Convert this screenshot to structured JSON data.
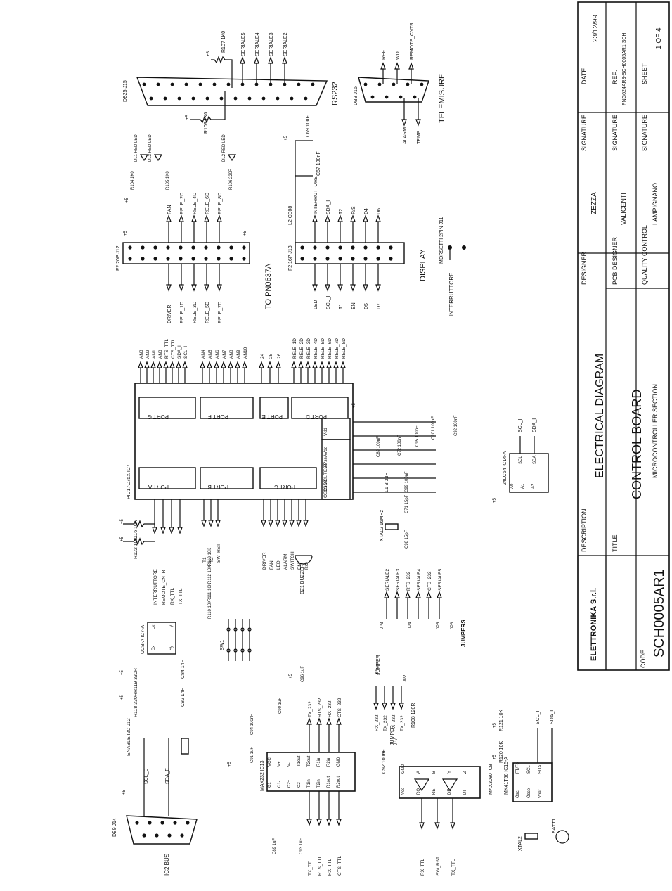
{
  "title_block": {
    "code_label": "CODE",
    "code": "SCH0005AR1",
    "brand": "ELETTRONIKA S.r.l.",
    "title_label": "TITLE",
    "title1": "CONTROL BOARD",
    "title2": "MICROCONTROLLER SECTION",
    "description_label": "DESCRIPTION",
    "description": "ELECTRICAL DIAGRAM",
    "designer_label": "DESIGNER",
    "designer": "ZEZZA",
    "pcb_label": "PCB DESIGNER",
    "pcb": "VALICENTI",
    "quality_label": "QUALITY CONTROL",
    "quality": "LAMPIGNANO",
    "signature_label": "SIGNATURE",
    "date_label": "DATE",
    "date": "23/12/99",
    "ref_label": "REF:",
    "ref": "PNG624AR3-SCH0005AR1.SCH",
    "sheet_label": "SHEET",
    "sheet": "1 OF 4"
  },
  "connectors": {
    "j15": {
      "name": "DB25 J15",
      "label": "RS232",
      "pins": [
        "SERIALE5",
        "SERIALE4",
        "SERIALE3",
        "SERIALE2"
      ],
      "res1": "R107 1K0",
      "res2": "R103 1K0"
    },
    "j16": {
      "name": "DB9 J16",
      "label": "TELEMISURE",
      "pins_top": [
        "REF",
        "WD",
        "REMOTE_CNTR"
      ],
      "pins_bot": [
        "ALARM",
        "TEMP"
      ]
    },
    "j12": {
      "name": "F2 20P J12",
      "label": "TO PN0637A",
      "left": [
        "DRIVER",
        "RELE_1D",
        "RELE_3D",
        "RELE_5D",
        "RELE_7D"
      ],
      "right": [
        "FAN",
        "RELE_2D",
        "RELE_4D",
        "RELE_6D",
        "RELE_8D"
      ],
      "leds": [
        "DL1 RED LED",
        "DL3 RED LED",
        "DL2 RED LED"
      ],
      "res": [
        "R104 1K0",
        "R105 1K0",
        "R106 220R"
      ]
    },
    "j13": {
      "name": "F2 16P J13",
      "label": "DISPLAY",
      "left": [
        "LED",
        "SCL_I",
        "T1",
        "EN",
        "D5",
        "D7"
      ],
      "right": [
        "INTERRUTTORE",
        "SDA_I",
        "T2",
        "R/S",
        "D4",
        "D6"
      ],
      "caps": [
        "C69 10uF",
        "C67 100nF"
      ],
      "coil": "L2 CB08"
    },
    "j11": {
      "name": "MORSETTI 2PIN J11",
      "label": "INTERRUTTORE"
    },
    "j14": {
      "name": "DB9 J14",
      "label": "IC2 BUS"
    }
  },
  "mcu": {
    "name": "PIC17C75X IC7",
    "ports": [
      "PORT G",
      "PORT F",
      "PORT E",
      "PORT D",
      "PORT A",
      "PORT B",
      "PORT C"
    ],
    "port_g": [
      "AN3",
      "AN2",
      "AN1",
      "AN0",
      "RTS_TTL",
      "CTS_TTL",
      "SDA_I",
      "SCL_I"
    ],
    "port_f": [
      "AN4",
      "AN5",
      "AN6",
      "AN7",
      "AN8",
      "AN9",
      "AN10"
    ],
    "port_e": [
      "24",
      "25",
      "26"
    ],
    "port_d": [
      "RELE_1D",
      "RELE_2D",
      "RELE_3D",
      "RELE_4D",
      "RELE_5D",
      "RELE_6D",
      "RELE_7D",
      "RELE_8D"
    ],
    "port_a": [
      "INTERRUTTORE",
      "REMOTE_CNTR",
      "RX_TTL",
      "TX_TTL"
    ],
    "port_b": [
      "T1",
      "T2",
      "SW_RST"
    ],
    "port_c": [
      "DRIVER",
      "FAN",
      "LED",
      "ALARM",
      "SWITCH",
      "EN",
      "R/S"
    ],
    "power": [
      "Vdd",
      "AVdd",
      "AVss",
      "TEST",
      "MCLR",
      "OSC2",
      "OSC1"
    ],
    "caps": [
      "C92 100nF",
      "C101 100nF",
      "C95 100nF",
      "C72 100nF",
      "C89 100nF",
      "C99 100nF",
      "C71 15pF",
      "C98 15pF"
    ],
    "coil": "L1 3.3uH",
    "xtal": "XTAL2 16MHz",
    "res": [
      "R116 10K",
      "R122 10K"
    ]
  },
  "eeprom": {
    "name": "24LC64 IC14-A",
    "pins": [
      "A0",
      "A1",
      "A2",
      "SCL",
      "SDA"
    ],
    "labels": [
      "SCL_I",
      "SDA_I"
    ]
  },
  "buzzer": {
    "name": "BZ1 BUZZER"
  },
  "ic_uc": {
    "name": "UCB-A IC7-A",
    "pins": [
      "Sx",
      "Sy",
      "Lx",
      "Ly"
    ],
    "res": [
      "R119 330R",
      "R118 330R"
    ],
    "caps": [
      "C84 1nF",
      "C82 1nF"
    ]
  },
  "dip_switch": {
    "name": "SW1",
    "res": [
      "R110 10K",
      "R111 10K",
      "R112 10K",
      "R113 10K"
    ]
  },
  "i2c_bus": {
    "label": "ENABLE I2C J12",
    "scl": "SCL_E",
    "sda": "SDA_E"
  },
  "max232": {
    "name": "MAX232 IC13",
    "pins_l": [
      "C1+",
      "C1-",
      "C2+",
      "C2-",
      "T1in",
      "T2in",
      "R1out",
      "R2out"
    ],
    "pins_r": [
      "VCC",
      "V+",
      "V-",
      "T1out",
      "T2out",
      "R1in",
      "R2in",
      "GND"
    ],
    "labels_l": [
      "TX_TTL",
      "RTS_TTL",
      "RX_TTL",
      "CTS_TTL"
    ],
    "labels_r": [
      "TX_232",
      "RTS_232",
      "RX_232",
      "CTS_232"
    ],
    "caps": [
      "C89 1uF",
      "C93 1uF",
      "C91 1uF",
      "C94 100nF",
      "C90 1uF",
      "C96 1uF"
    ]
  },
  "jumpers": {
    "title": "JUMPERS",
    "jp": [
      "JP1",
      "JP2",
      "JP3",
      "JP4",
      "JP5",
      "JP6",
      "JP7"
    ],
    "labels": [
      "SERIALE2",
      "SERIALE3",
      "RTS_232",
      "SERIALE4",
      "CTS_232",
      "SERIALE5"
    ],
    "left": [
      "RX_232",
      "TX_232",
      "RX_232",
      "TX_232"
    ],
    "jumper_label": "JUMPER",
    "res": "R108 120R"
  },
  "max3080": {
    "name": "MAX3080 IC8",
    "pins": [
      "Vcc",
      "RO",
      "RE",
      "DE",
      "DI",
      "GND",
      "A",
      "B",
      "Y",
      "Z"
    ],
    "labels": [
      "RX_TTL",
      "SW_RST",
      "TX_TTL"
    ],
    "cap": "C92 100nF"
  },
  "rtc": {
    "name": "MK41T56 IC15-A",
    "pins": [
      "Osci",
      "Osco",
      "Vbat",
      "FT/Fo",
      "SCL",
      "SDA"
    ],
    "xtal": "XTAL2",
    "bat": "BATT1",
    "labels": [
      "SCL_I",
      "SDA_I"
    ],
    "res": [
      "R121 10K",
      "R120 10K"
    ]
  },
  "power_label": "+5"
}
